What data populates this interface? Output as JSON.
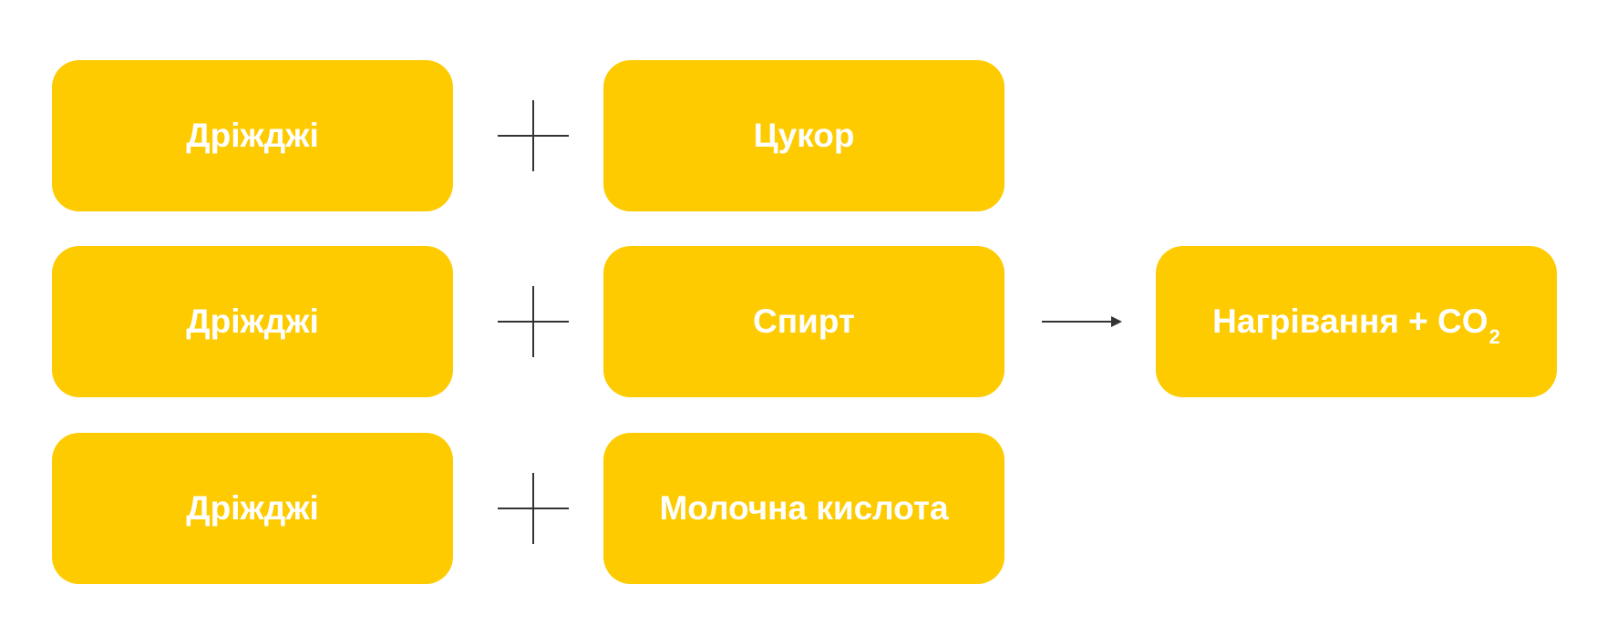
{
  "diagram": {
    "rows": [
      {
        "left": "Дріжджі",
        "right": "Цукор"
      },
      {
        "left": "Дріжджі",
        "right": "Спирт"
      },
      {
        "left": "Дріжджі",
        "right": "Молочна кислота"
      }
    ],
    "result": {
      "label": "Нагрівання + CO",
      "subscript": "2"
    },
    "colors": {
      "box_fill": "#FDCB00",
      "box_text": "#FFFFFF",
      "operator": "#333333"
    },
    "icons": {
      "operator": "plus-icon",
      "connector": "arrow-right-icon"
    }
  }
}
